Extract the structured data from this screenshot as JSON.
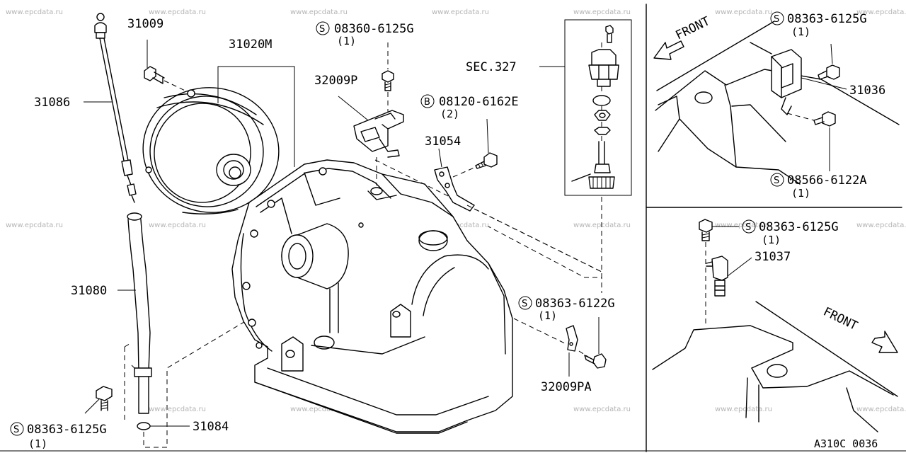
{
  "watermark": "www.epcdata.ru",
  "diagram_ref": "A310C 0036",
  "front_label": "FRONT",
  "callouts": {
    "c31009": "31009",
    "c31020m": "31020M",
    "c31086": "31086",
    "c31080": "31080",
    "c31084": "31084",
    "c32009p": "32009P",
    "c31054": "31054",
    "c32009pa": "32009PA",
    "sec327": "SEC.327",
    "c31036": "31036",
    "c31037": "31037"
  },
  "fasteners": [
    {
      "prefix": "S",
      "code": "08360-6125G",
      "qty": "(1)"
    },
    {
      "prefix": "B",
      "code": "08120-6162E",
      "qty": "(2)"
    },
    {
      "prefix": "S",
      "code": "08363-6122G",
      "qty": "(1)"
    },
    {
      "prefix": "S",
      "code": "08363-6125G",
      "qty": "(1)"
    },
    {
      "prefix": "S",
      "code": "08363-6125G",
      "qty": "(1)"
    },
    {
      "prefix": "S",
      "code": "08566-6122A",
      "qty": "(1)"
    },
    {
      "prefix": "S",
      "code": "08363-6125G",
      "qty": "(1)"
    }
  ]
}
